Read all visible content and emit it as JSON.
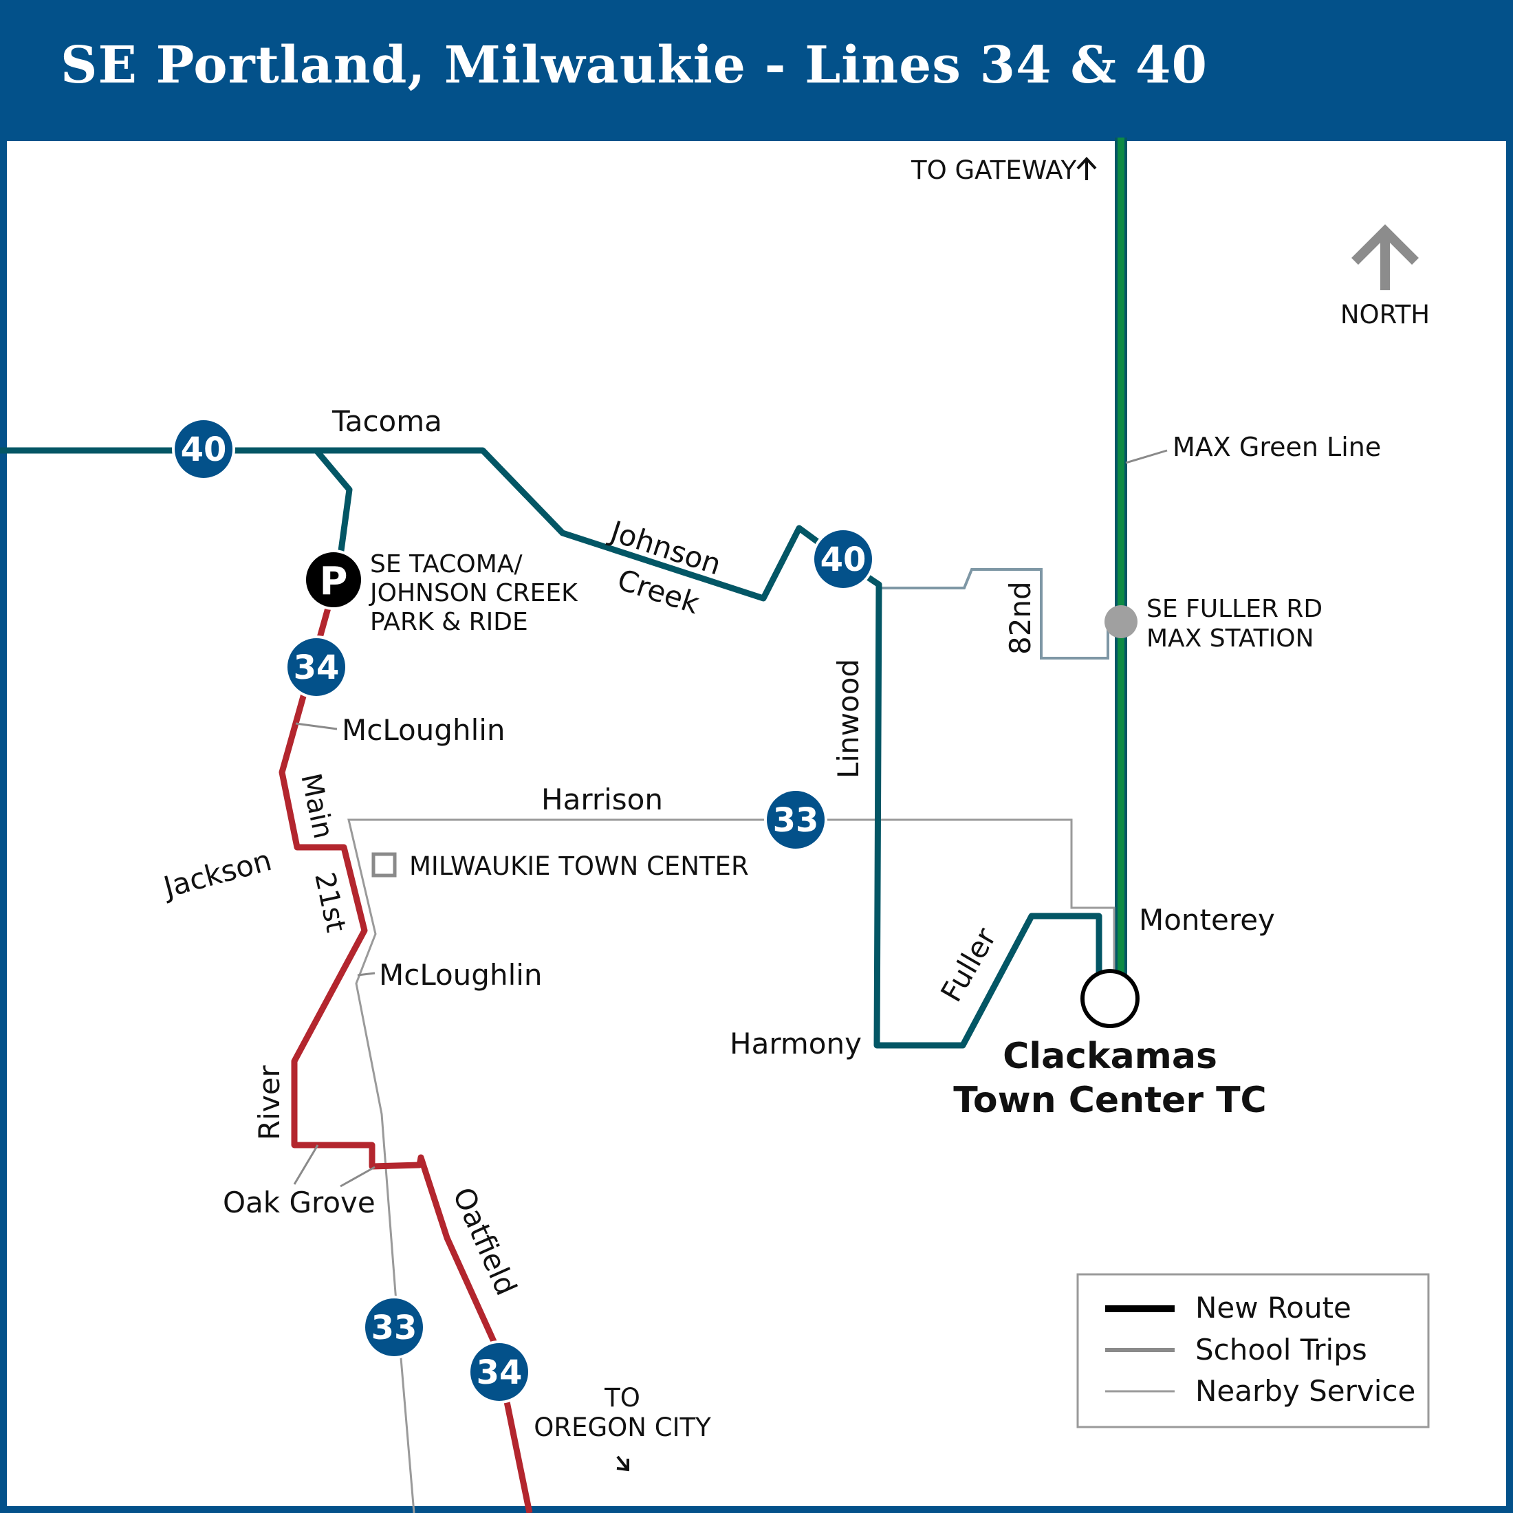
{
  "title": "SE Portland, Milwaukie - Lines 34 & 40",
  "colors": {
    "header": "#03518a",
    "line40": "#035665",
    "line34": "#b3262e",
    "max_green": "#0d8a44",
    "school": "#7e97a5",
    "nearby": "#9a9a9a",
    "badge": "#03518a",
    "north_arrow": "#8c8c8c"
  },
  "north": {
    "label": "NORTH",
    "icon": "up-arrow-icon"
  },
  "directions": {
    "gateway": "TO GATEWAY",
    "oregon_city_1": "TO",
    "oregon_city_2": "OREGON CITY"
  },
  "badges": {
    "b40": "40",
    "b34": "34",
    "b33": "33"
  },
  "streets": {
    "tacoma": "Tacoma",
    "johnson": "Johnson",
    "creek": "Creek",
    "linwood": "Linwood",
    "nd82": "82nd",
    "mcloughlin": "McLoughlin",
    "main": "Main",
    "jackson": "Jackson",
    "st21": "21st",
    "harrison": "Harrison",
    "river": "River",
    "oak_grove": "Oak Grove",
    "oatfield": "Oatfield",
    "fuller": "Fuller",
    "harmony": "Harmony",
    "monterey": "Monterey",
    "max_green_line": "MAX Green Line"
  },
  "places": {
    "park_ride_1": "SE TACOMA/",
    "park_ride_2": "JOHNSON CREEK",
    "park_ride_3": "PARK & RIDE",
    "park_ride_icon": "P",
    "fuller_station_1": "SE FULLER RD",
    "fuller_station_2": "MAX STATION",
    "milwaukie": "MILWAUKIE TOWN CENTER",
    "clackamas_1": "Clackamas",
    "clackamas_2": "Town Center TC"
  },
  "legend": {
    "new_route": "New Route",
    "school_trips": "School Trips",
    "nearby_service": "Nearby Service"
  }
}
